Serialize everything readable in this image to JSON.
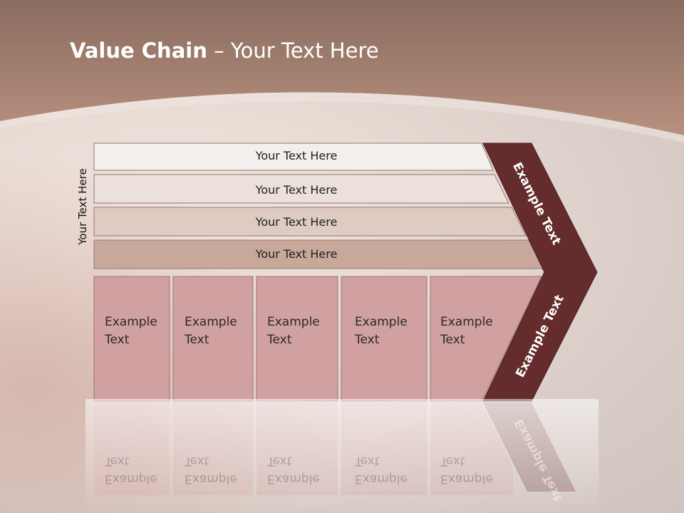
{
  "slide": {
    "title_bold": "Value Chain",
    "title_rest": " – Your Text Here",
    "side_label": "Your Text Here"
  },
  "rows": [
    {
      "label": "Your Text Here",
      "fill": "#f3efec"
    },
    {
      "label": "Your Text Here",
      "fill": "#ebe0da"
    },
    {
      "label": "Your Text Here",
      "fill": "#dfcbc2"
    },
    {
      "label": "Your Text Here",
      "fill": "#c8a89a"
    }
  ],
  "cells": [
    {
      "line1": "Example",
      "line2": "Text"
    },
    {
      "line1": "Example",
      "line2": "Text"
    },
    {
      "line1": "Example",
      "line2": "Text"
    },
    {
      "line1": "Example",
      "line2": "Text"
    },
    {
      "line1": "Example",
      "line2": "Text"
    }
  ],
  "chevron": {
    "upper_text": "Example Text",
    "lower_text": "Example Text"
  },
  "colors": {
    "header": "#b08878",
    "cell_fill": "#d1a0a0",
    "chevron_fill": "#642c2c"
  }
}
